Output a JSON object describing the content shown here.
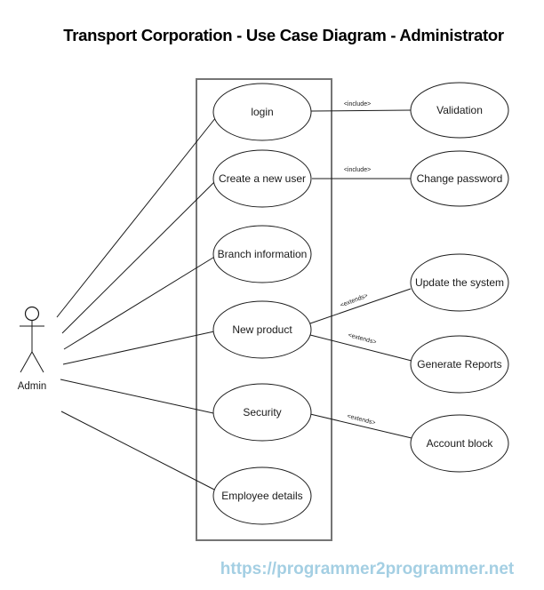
{
  "title": "Transport Corporation - Use Case Diagram - Administrator",
  "watermark_url": "https://programmer2programmer.net",
  "actor": {
    "name": "Admin"
  },
  "system": {
    "use_cases": [
      {
        "label": "login"
      },
      {
        "label": "Create a new user"
      },
      {
        "label": "Branch information"
      },
      {
        "label": "New product"
      },
      {
        "label": "Security"
      },
      {
        "label": "Employee details"
      }
    ]
  },
  "external_use_cases": [
    {
      "label": "Validation"
    },
    {
      "label": "Change password"
    },
    {
      "label": "Update the system"
    },
    {
      "label": "Generate Reports"
    },
    {
      "label": "Account block"
    }
  ],
  "relationships": [
    {
      "from": "login",
      "to": "Validation",
      "label": "<include>"
    },
    {
      "from": "Create a new user",
      "to": "Change password",
      "label": "<include>"
    },
    {
      "from": "New product",
      "to": "Update the system",
      "label": "<extends>"
    },
    {
      "from": "New product",
      "to": "Generate Reports",
      "label": "<extends>"
    },
    {
      "from": "Security",
      "to": "Account block",
      "label": "<extends>"
    }
  ],
  "colors": {
    "stroke": "#1a1a1a",
    "boundary_stroke": "#757575",
    "watermark": "#a4cfe3"
  }
}
